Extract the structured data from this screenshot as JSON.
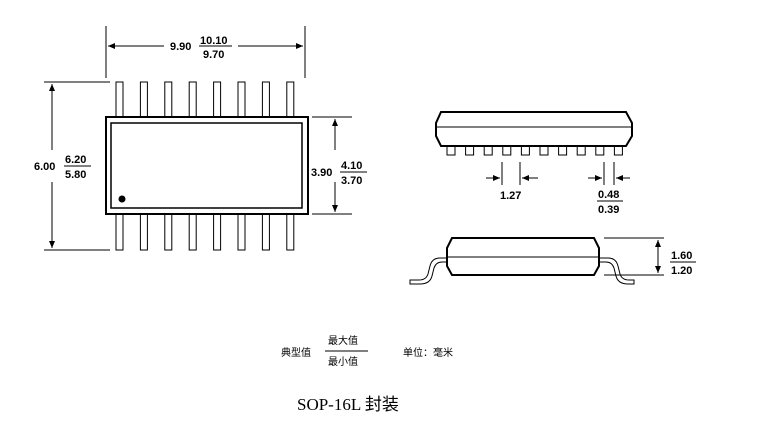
{
  "top_view": {
    "length": {
      "nominal": "9.90",
      "max": "10.10",
      "min": "9.70"
    },
    "overall_width": {
      "nominal": "6.00",
      "max": "6.20",
      "min": "5.80"
    },
    "body_width": {
      "nominal": "3.90",
      "max": "4.10",
      "min": "3.70"
    }
  },
  "front_view": {
    "pitch": "1.27",
    "lead_width": {
      "max": "0.48",
      "min": "0.39"
    }
  },
  "side_view": {
    "height": {
      "max": "1.60",
      "min": "1.20"
    }
  },
  "legend": {
    "typical": "典型值",
    "max_label": "最大值",
    "min_label": "最小值",
    "unit": "单位：毫米"
  },
  "caption": "SOP-16L 封装",
  "pins_per_side": 8,
  "front_view_leads": 10
}
